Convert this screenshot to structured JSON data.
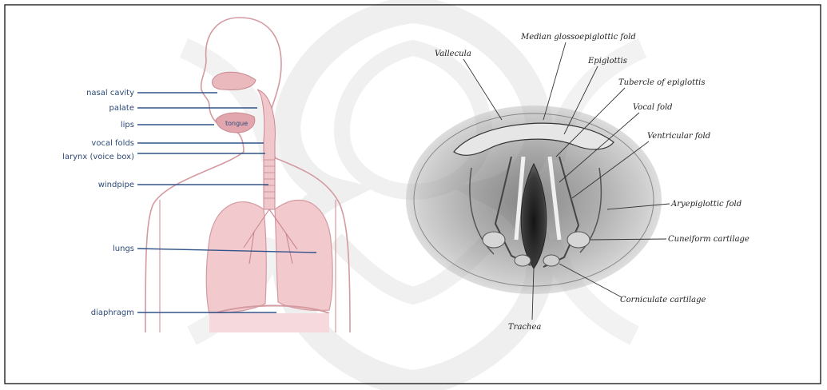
{
  "left_panel": {
    "labels": [
      {
        "key": "nasal_cavity",
        "text": "nasal cavity"
      },
      {
        "key": "palate",
        "text": "palate"
      },
      {
        "key": "lips",
        "text": "lips"
      },
      {
        "key": "vocal_folds",
        "text": "vocal folds"
      },
      {
        "key": "larynx",
        "text": "larynx (voice box)"
      },
      {
        "key": "windpipe",
        "text": "windpipe"
      },
      {
        "key": "lungs",
        "text": "lungs"
      },
      {
        "key": "diaphragm",
        "text": "diaphragm"
      }
    ],
    "tongue_label": "tongue"
  },
  "right_panel": {
    "labels": [
      {
        "key": "vallecula",
        "text": "Vallecula"
      },
      {
        "key": "median_fold",
        "text": "Median glossoepiglottic fold"
      },
      {
        "key": "epiglottis",
        "text": "Epiglottis"
      },
      {
        "key": "tubercle",
        "text": "Tubercle of epiglottis"
      },
      {
        "key": "vocal_fold",
        "text": "Vocal fold"
      },
      {
        "key": "ventricular_fold",
        "text": "Ventricular fold"
      },
      {
        "key": "aryepiglottic_fold",
        "text": "Aryepiglottic fold"
      },
      {
        "key": "cuneiform",
        "text": "Cuneiform cartilage"
      },
      {
        "key": "corniculate",
        "text": "Corniculate cartilage"
      },
      {
        "key": "trachea",
        "text": "Trachea"
      }
    ]
  },
  "colors": {
    "label_blue": "#2c4a78",
    "leader_blue": "#31538a",
    "body_outline": "#d39aa0",
    "lung_fill": "#f2c9cd",
    "watermark": "#ededed"
  }
}
